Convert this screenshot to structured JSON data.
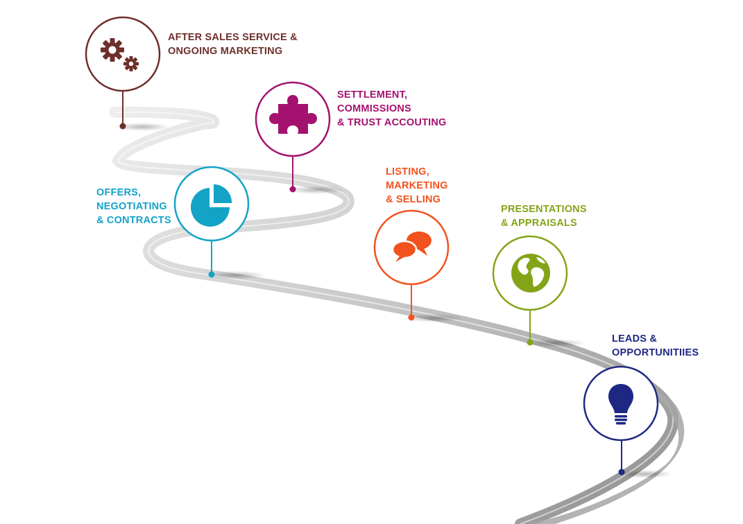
{
  "milestones": [
    {
      "key": "after-sales",
      "lines": [
        "AFTER SALES SERVICE &",
        "ONGOING MARKETING"
      ],
      "color": "#6e2f2b",
      "icon": "gears-icon"
    },
    {
      "key": "settlement",
      "lines": [
        "SETTLEMENT,",
        "COMMISSIONS",
        "& TRUST ACCOUTING"
      ],
      "color": "#a4126f",
      "icon": "puzzle-piece-icon"
    },
    {
      "key": "offers",
      "lines": [
        "OFFERS,",
        "NEGOTIATING",
        "& CONTRACTS"
      ],
      "color": "#13a3c6",
      "icon": "pie-chart-icon"
    },
    {
      "key": "listing",
      "lines": [
        "LISTING,",
        "MARKETING",
        "& SELLING"
      ],
      "color": "#f2521e",
      "icon": "chat-bubbles-icon"
    },
    {
      "key": "presentations",
      "lines": [
        "PRESENTATIONS",
        "& APPRAISALS"
      ],
      "color": "#84a418",
      "icon": "globe-icon"
    },
    {
      "key": "leads",
      "lines": [
        "LEADS &",
        "OPPORTUNITIIES"
      ],
      "color": "#1e2883",
      "icon": "lightbulb-icon"
    }
  ],
  "road_color": "#a9a9a9"
}
